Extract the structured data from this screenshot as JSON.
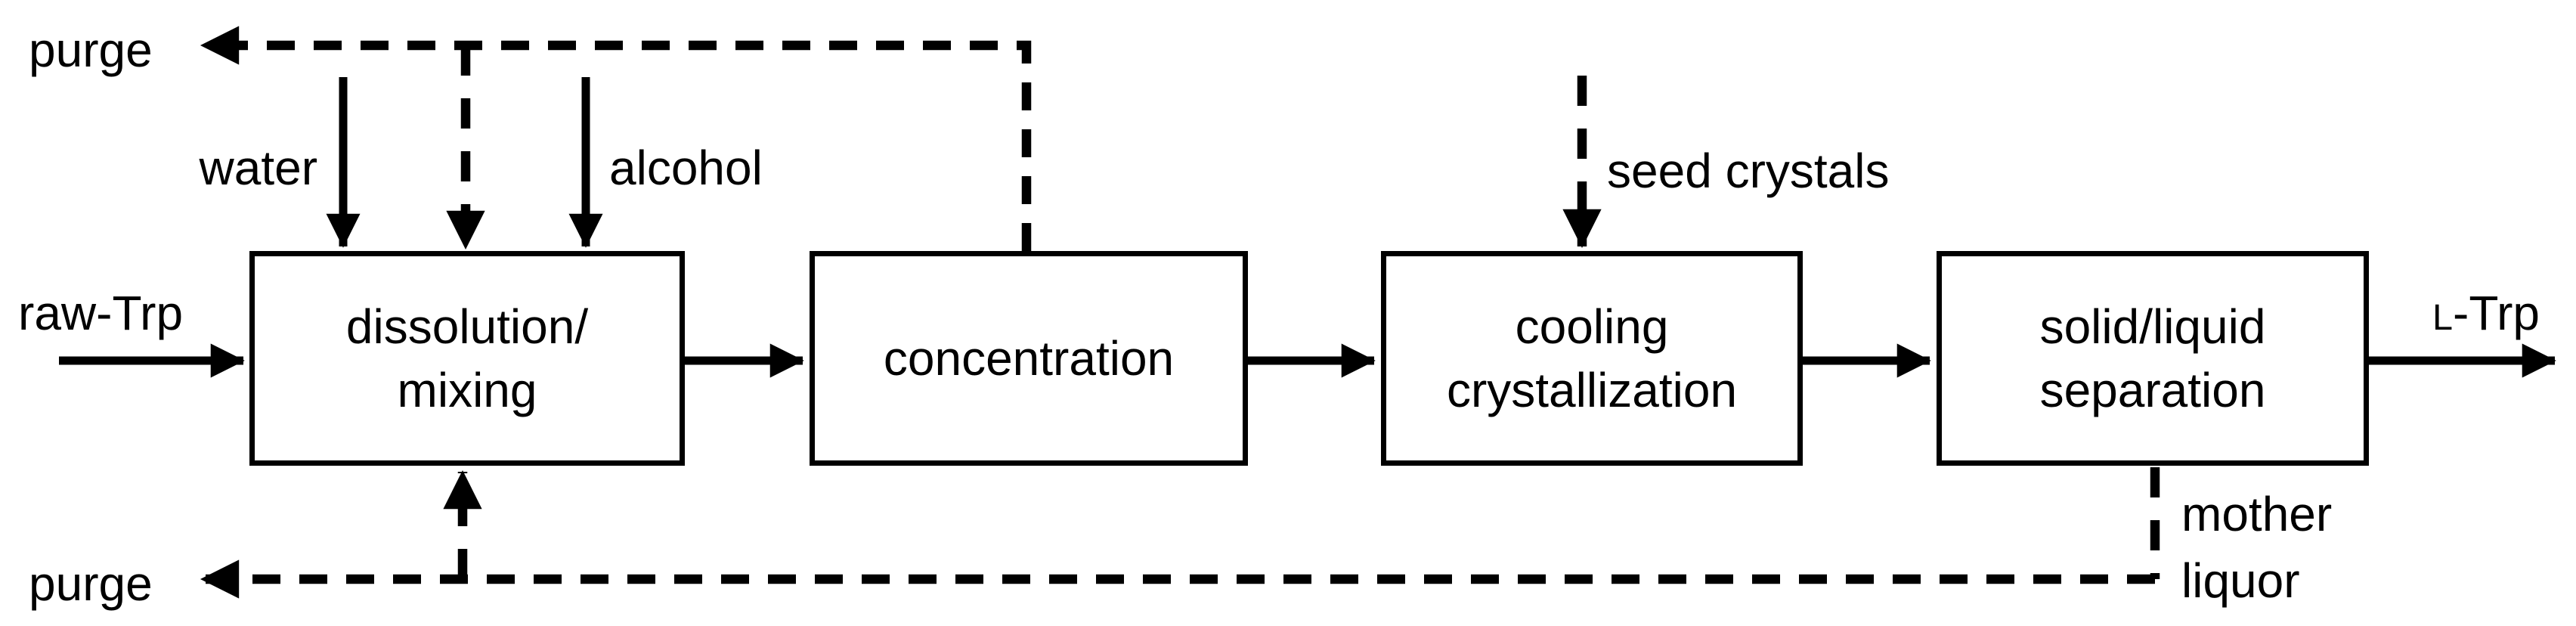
{
  "diagram_type": "process-flow-block-diagram",
  "colors": {
    "ink": "#000000",
    "background": "#ffffff"
  },
  "boxes": [
    {
      "label": "dissolution/\nmixing"
    },
    {
      "label": "concentration"
    },
    {
      "label": "cooling\ncrystallization"
    },
    {
      "label": "solid/liquid\nseparation"
    }
  ],
  "streams": {
    "purge_top": "purge",
    "purge_bottom": "purge",
    "water": "water",
    "alcohol": "alcohol",
    "raw_trp": "raw-Trp",
    "seed_crystals": "seed crystals",
    "l_trp_small_cap": "L",
    "l_trp_rest": "-Trp",
    "mother_liquor": "mother\nliquor"
  }
}
